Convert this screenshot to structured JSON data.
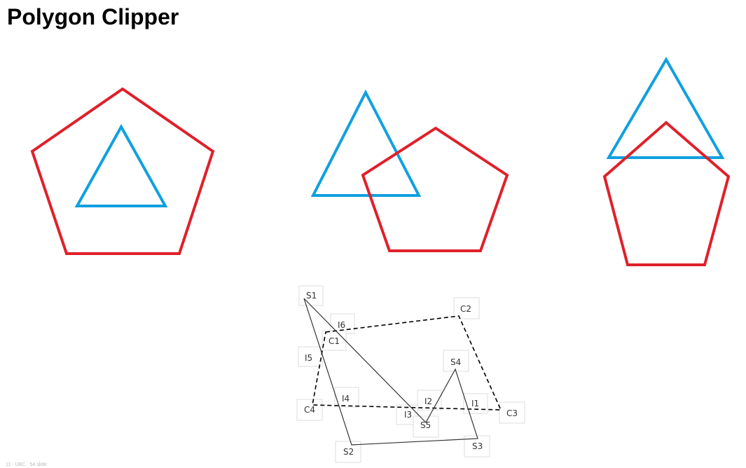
{
  "page": {
    "title": "Polygon Clipper"
  },
  "colors": {
    "subject": "#e0202a",
    "clip": "#10a0e0",
    "diagram": "#000000"
  },
  "examples": [
    {
      "name": "triangle-inside-pentagon"
    },
    {
      "name": "triangle-overlapping-pentagon"
    },
    {
      "name": "triangle-overlapping-pentagon-top"
    }
  ],
  "diagram": {
    "subject_vertices": [
      "S1",
      "S2",
      "S3",
      "S4",
      "S5"
    ],
    "clip_vertices": [
      "C1",
      "C2",
      "C3",
      "C4"
    ],
    "intersections": [
      "I1",
      "I2",
      "I3",
      "I4",
      "I5",
      "I6"
    ]
  },
  "footer": {
    "text": "11 · UBC · 54 slide"
  }
}
